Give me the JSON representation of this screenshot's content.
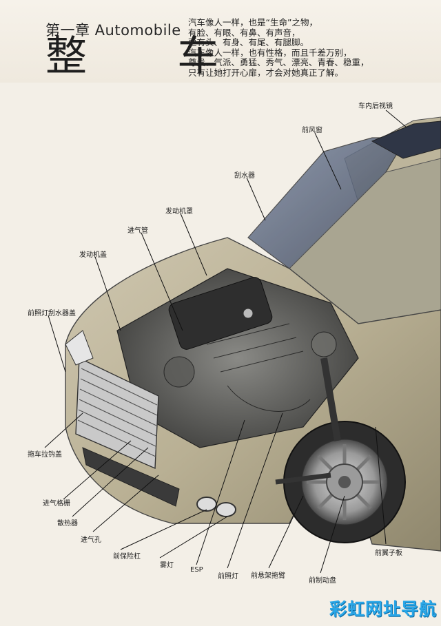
{
  "header": {
    "chapter": "第一章 Automobile",
    "big_title": "整 车",
    "intro_lines": [
      "汽车像人一样，也是“生命”之物，",
      "有脸、有眼、有鼻、有声音，",
      "更有头、有身、有尾、有腿脚。",
      "汽车像人一样，也有性格，而且千差万别，",
      "尊贵、气派、勇猛、秀气、漂亮、青春、稳重，",
      "只有让她打开心扉，才会对她真正了解。"
    ]
  },
  "labels": {
    "rear_mirror": "车内后视镜",
    "windshield": "前风窗",
    "wiper": "刮水器",
    "engine_hood": "发动机罩",
    "intake_pipe": "进气管",
    "engine_cover": "发动机盖",
    "headlamp_washer_cover": "前照灯刮水器盖",
    "tow_hook_cover": "拖车拉钩盖",
    "intake_grille": "进气格栅",
    "radiator": "散热器",
    "intake_hole": "进气孔",
    "front_bumper": "前保险杠",
    "fog_lamp": "雾灯",
    "esp": "ESP",
    "headlamp": "前照灯",
    "front_susp_arm": "前悬架拖臂",
    "front_brake_disc": "前制动盘",
    "front_fender": "前翼子板"
  },
  "watermark": "彩虹网址导航"
}
